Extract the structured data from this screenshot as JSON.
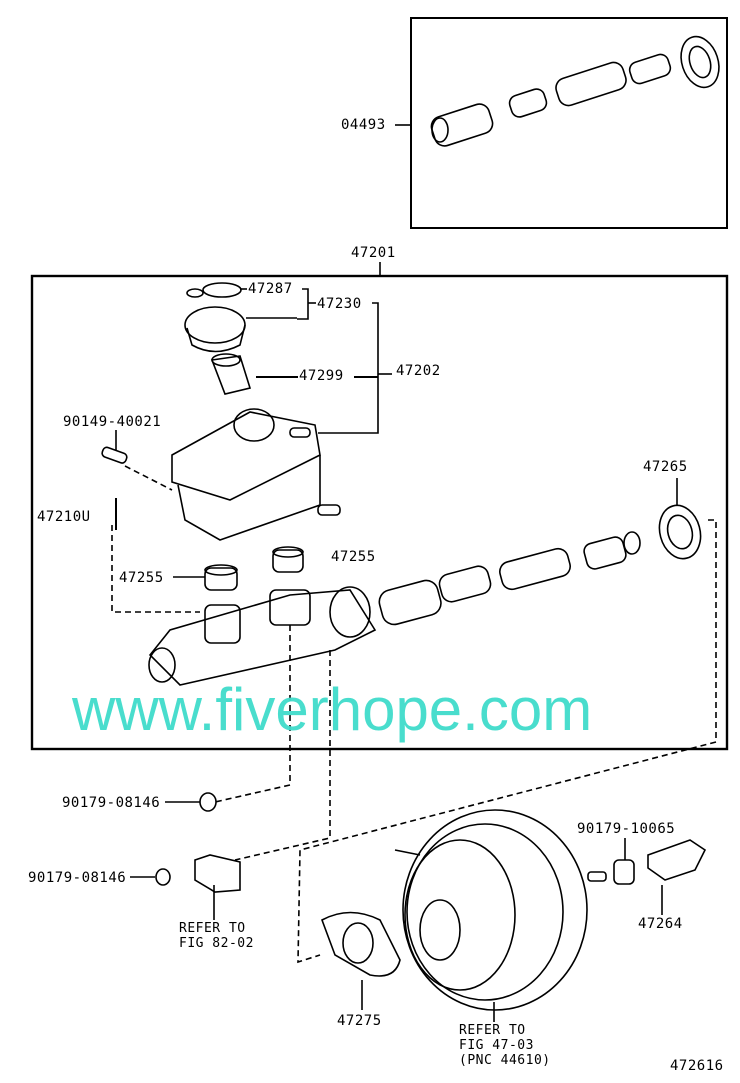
{
  "diagram": {
    "figure_number": "472616",
    "watermark": "www.fiverhope.com",
    "colors": {
      "line": "#000000",
      "watermark": "#40dccb",
      "background": "#ffffff"
    },
    "labels": {
      "kit": "04493",
      "assembly": "47201",
      "gasket_cap": "47287",
      "cap_assy": "47230",
      "strainer": "47299",
      "reservoir": "47202",
      "screw": "90149-40021",
      "pin": "47210U",
      "grommet_a": "47255",
      "grommet_b": "47255",
      "cylinder_seal": "47265",
      "nut_upper": "90179-08146",
      "nut_lower": "90179-08146",
      "booster_nut": "90179-10065",
      "bracket": "47264",
      "booster_gasket": "47275"
    },
    "references": {
      "bracket_ref_line1": "REFER TO",
      "bracket_ref_line2": "FIG 82-02",
      "booster_ref_line1": "REFER TO",
      "booster_ref_line2": "FIG 47-03",
      "booster_ref_line3": "(PNC 44610)"
    }
  }
}
